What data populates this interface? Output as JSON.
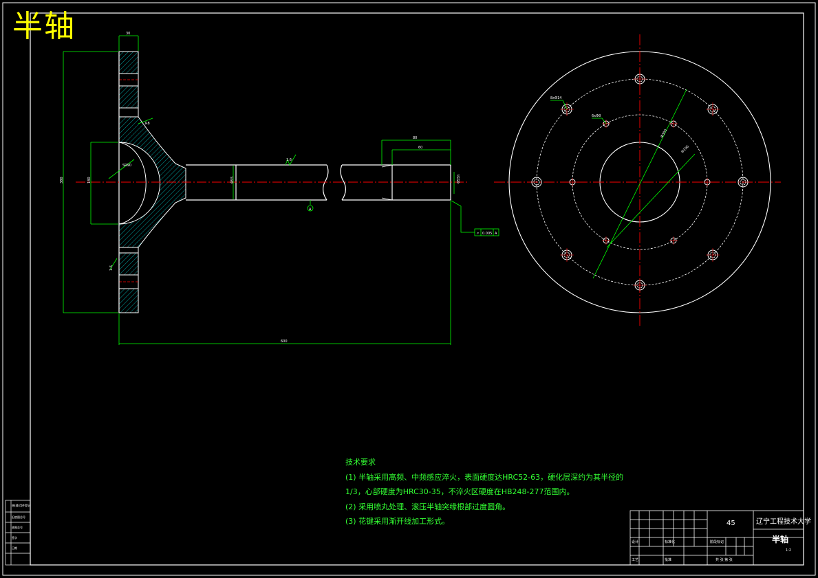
{
  "drawing_title": "半轴",
  "tech_requirements": {
    "heading": "技术要求",
    "lines": [
      "(1) 半轴采用高频、中频感应淬火，表面硬度达HRC52-63，硬化层深约为其半径的",
      "1/3，心部硬度为HRC30-35，不淬火区硬度在HB248-277范围内。",
      "(2) 采用喷丸处理、滚压半轴突缘根部过度圆角。",
      "(3) 花键采用渐开线加工形式。"
    ]
  },
  "title_block": {
    "material": "45",
    "school": "辽宁工程技术大学",
    "part_name": "半轴",
    "scale_row_label": "阶段标记",
    "sheet_label": "共 张 第 张",
    "design_label": "设计",
    "process_label": "工艺",
    "standard_label": "标准化",
    "approve_label": "批准",
    "sheet_count": "1:2"
  },
  "left_strip": {
    "rows": [
      "借(通)用件登记",
      "旧底图总号",
      "底图总号",
      "签字",
      "日期"
    ]
  },
  "colors": {
    "background": "#000000",
    "outline": "#ffffff",
    "dimension": "#00ff00",
    "centerline": "#ff0000",
    "title": "#ffff00",
    "notes": "#33ff33",
    "hatch": "#00c8c8"
  }
}
